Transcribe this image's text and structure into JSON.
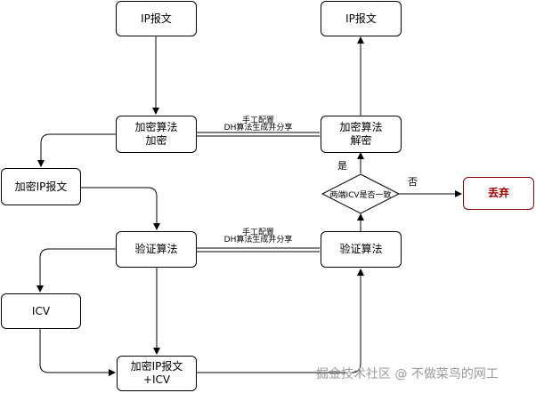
{
  "nodes": {
    "ip_top_left": "IP报文",
    "ip_top_right": "IP报文",
    "encrypt_line1": "加密算法",
    "encrypt_line2": "加密",
    "decrypt_line1": "加密算法",
    "decrypt_line2": "解密",
    "encrypted_ip": "加密IP报文",
    "verify_left": "验证算法",
    "verify_right": "验证算法",
    "icv": "ICV",
    "final_line1": "加密IP报文",
    "final_line2": "+ICV",
    "discard": "丢弃",
    "decision": "两端ICV是否一致"
  },
  "labels": {
    "manual_1": "手工配置",
    "dh_1": "DH算法生成并分享",
    "manual_2": "手工配置",
    "dh_2": "DH算法生成并分享",
    "yes": "是",
    "no": "否"
  },
  "watermark": "掘金技术社区 @ 不做菜鸟的网工"
}
